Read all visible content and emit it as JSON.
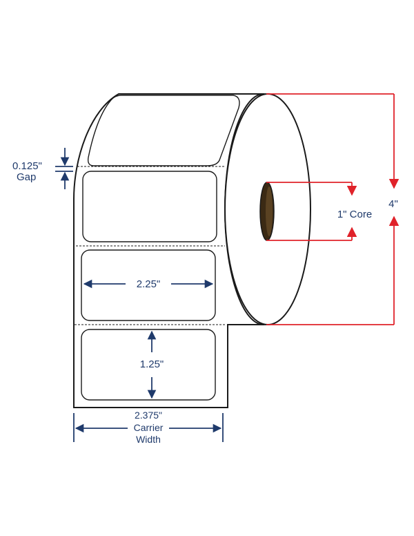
{
  "colors": {
    "outline": "#1a1a1a",
    "dimension_blue": "#1f3a6b",
    "dimension_red": "#e0222a",
    "core_fill": "#3b2a14"
  },
  "labels": {
    "gap_value": "0.125\"",
    "gap_word": "Gap",
    "label_width": "2.25\"",
    "label_height": "1.25\"",
    "carrier_value": "2.375\"",
    "carrier_word1": "Carrier",
    "carrier_word2": "Width",
    "core": "1\" Core",
    "roll_diameter": "4\""
  }
}
